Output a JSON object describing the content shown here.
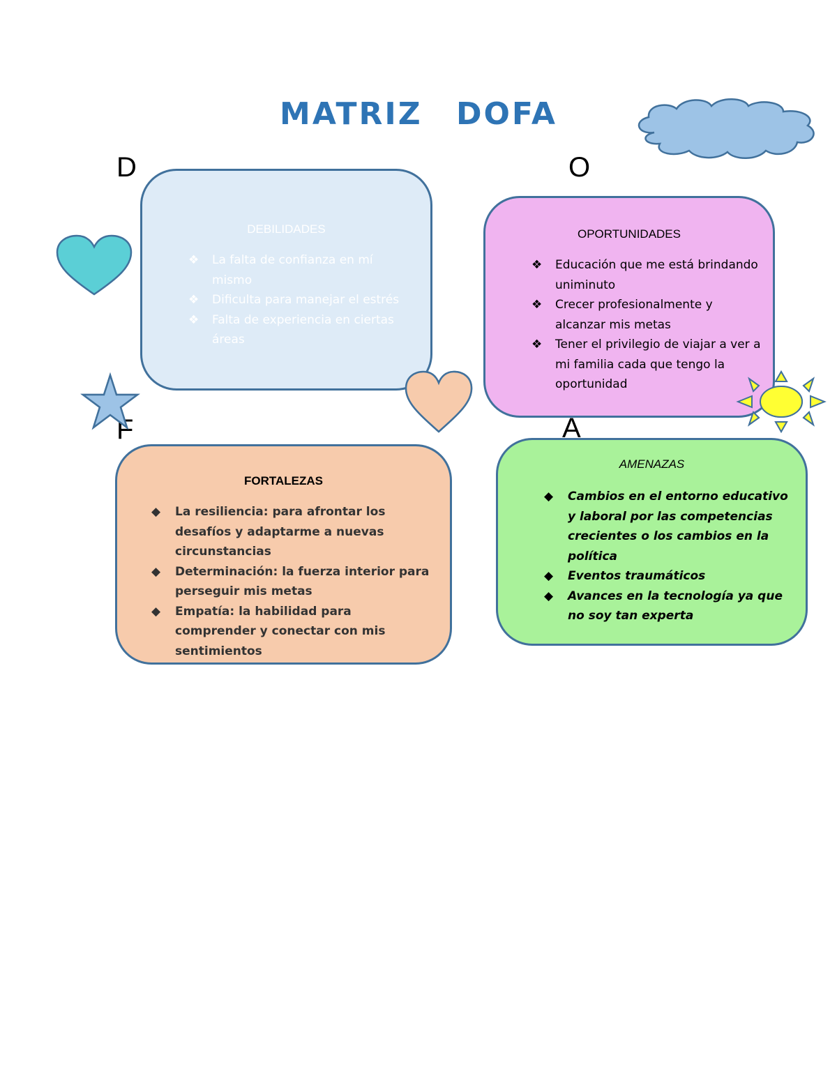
{
  "title": "MATRIZ   DOFA",
  "letters": {
    "d": "D",
    "o": "O",
    "f": "F",
    "a": "A"
  },
  "debilidades": {
    "title": "DEBILIDADES",
    "bullet": "❖",
    "items": [
      "La falta de confianza en mí mismo",
      "Dificulta para manejar el estrés",
      "Falta de experiencia en ciertas áreas"
    ]
  },
  "oportunidades": {
    "title": "OPORTUNIDADES",
    "bullet": "❖",
    "items": [
      "Educación que me está brindando uniminuto",
      "Crecer profesionalmente y alcanzar mis metas",
      "Tener el privilegio de viajar a ver a mi familia cada que tengo la oportunidad"
    ]
  },
  "fortalezas": {
    "title": "FORTALEZAS",
    "bullet": "◆",
    "items": [
      "La resiliencia: para afrontar los desafíos y adaptarme a nuevas circunstancias",
      "Determinación: la fuerza interior para perseguir mis metas",
      "Empatía: la habilidad para comprender y conectar con mis sentimientos"
    ]
  },
  "amenazas": {
    "title": "AMENAZAS",
    "bullet": "◆",
    "items": [
      "Cambios en el entorno educativo y laboral por las competencias crecientes o los cambios en la política",
      "Eventos traumáticos",
      "Avances en la tecnología ya que no soy tan experta"
    ]
  },
  "colors": {
    "title": "#2e74b5",
    "debilidades_bg": "#deebf7",
    "oportunidades_bg": "#f0b4f0",
    "fortalezas_bg": "#f7cbac",
    "amenazas_bg": "#a9f29a",
    "border": "#41719c"
  }
}
